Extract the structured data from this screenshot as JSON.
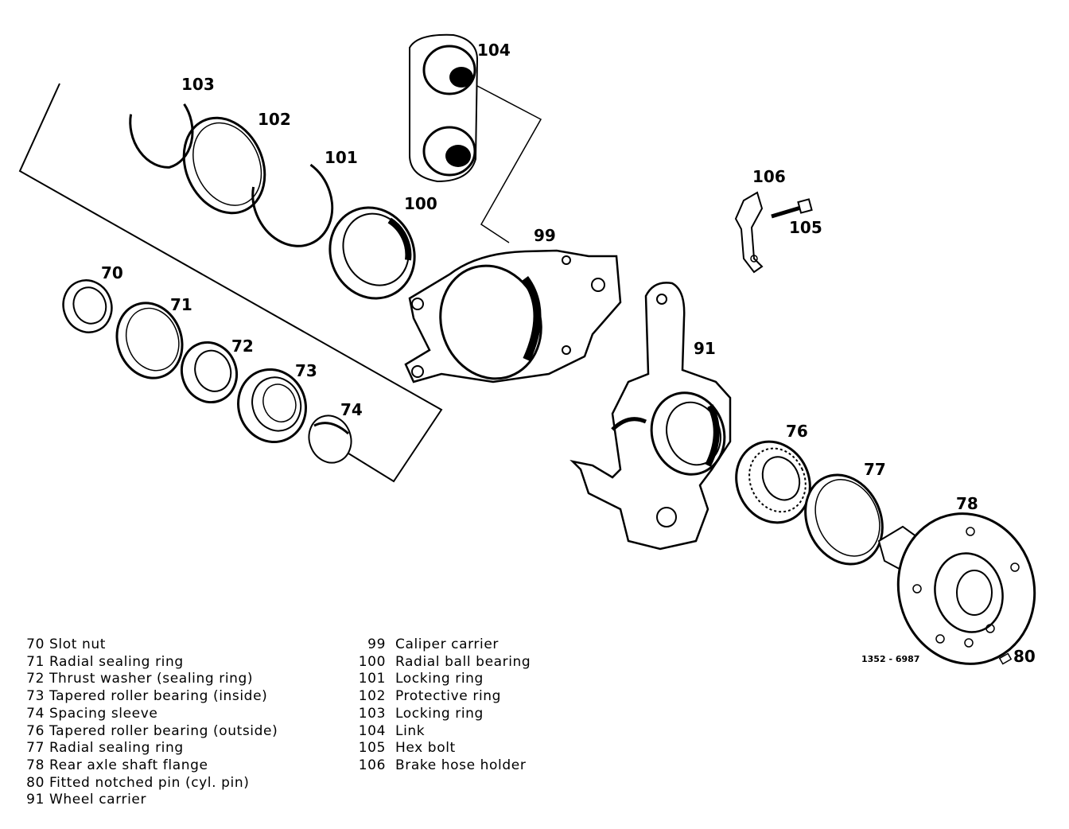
{
  "figure_code": "1352 - 6987",
  "callouts": {
    "c70": "70",
    "c71": "71",
    "c72": "72",
    "c73": "73",
    "c74": "74",
    "c76": "76",
    "c77": "77",
    "c78": "78",
    "c80": "80",
    "c91": "91",
    "c99": "99",
    "c100": "100",
    "c101": "101",
    "c102": "102",
    "c103": "103",
    "c104": "104",
    "c105": "105",
    "c106": "106"
  },
  "legend": {
    "left": [
      {
        "num": "70",
        "text": "Slot nut"
      },
      {
        "num": "71",
        "text": "Radial sealing ring"
      },
      {
        "num": "72",
        "text": "Thrust washer (sealing ring)"
      },
      {
        "num": "73",
        "text": "Tapered roller bearing (inside)"
      },
      {
        "num": "74",
        "text": "Spacing sleeve"
      },
      {
        "num": "76",
        "text": "Tapered roller bearing (outside)"
      },
      {
        "num": "77",
        "text": "Radial sealing ring"
      },
      {
        "num": "78",
        "text": "Rear axle shaft flange"
      },
      {
        "num": "80",
        "text": "Fitted notched pin (cyl. pin)"
      },
      {
        "num": "91",
        "text": "Wheel carrier"
      }
    ],
    "right": [
      {
        "num": "99",
        "text": "Caliper carrier"
      },
      {
        "num": "100",
        "text": "Radial ball bearing"
      },
      {
        "num": "101",
        "text": "Locking ring"
      },
      {
        "num": "102",
        "text": "Protective ring"
      },
      {
        "num": "103",
        "text": "Locking ring"
      },
      {
        "num": "104",
        "text": "Link"
      },
      {
        "num": "105",
        "text": "Hex bolt"
      },
      {
        "num": "106",
        "text": "Brake hose holder"
      }
    ]
  }
}
